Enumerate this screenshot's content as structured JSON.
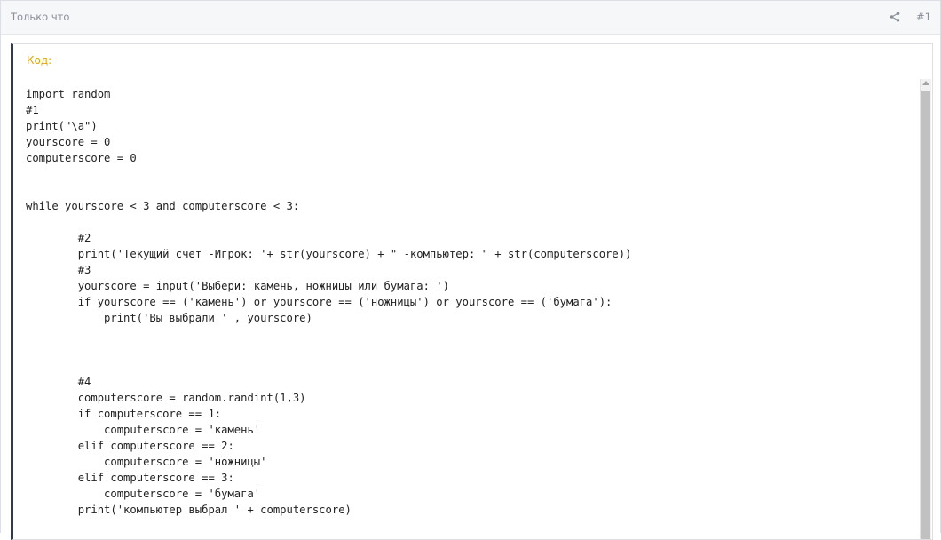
{
  "post": {
    "time": "Только что",
    "share_icon": "share-icon",
    "number": "#1"
  },
  "code": {
    "title": "Код:",
    "content": "import random\n#1\nprint(\"\\a\")\nyourscore = 0\ncomputerscore = 0\n\n\nwhile yourscore < 3 and computerscore < 3:\n\n        #2\n        print('Текущий счет -Игрок: '+ str(yourscore) + \" -компьютер: \" + str(computerscore))\n        #3\n        yourscore = input('Выбери: камень, ножницы или бумага: ')\n        if yourscore == ('камень') or yourscore == ('ножницы') or yourscore == ('бумага'):\n            print('Вы выбрали ' , yourscore)\n\n\n\n        #4\n        computerscore = random.randint(1,3)\n        if computerscore == 1:\n            computerscore = 'камень'\n        elif computerscore == 2:\n            computerscore = 'ножницы'\n        elif computerscore == 3:\n            computerscore = 'бумага'\n        print('компьютер выбрал ' + computerscore)"
  },
  "colors": {
    "header_bg": "#f6f7f9",
    "title_accent": "#e0a510",
    "code_border_accent": "#333a45"
  }
}
